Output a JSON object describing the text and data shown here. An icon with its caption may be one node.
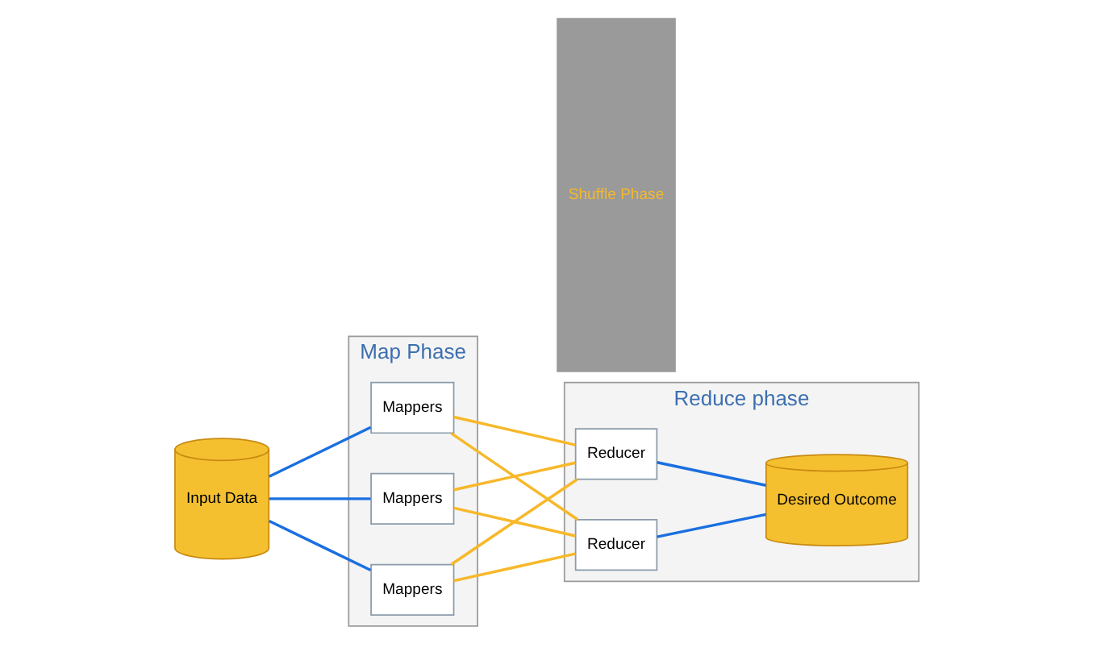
{
  "diagram": {
    "nodes": [
      {
        "text": [
          "Input Data"
        ]
      },
      {
        "text": [
          "Map Phase"
        ]
      },
      {
        "text": [
          "Mappers"
        ],
        "in": 1
      },
      {
        "text": [
          "Mappers"
        ],
        "in": 1
      },
      {
        "text": [
          "Mappers"
        ],
        "in": 1
      },
      {
        "text": [
          "Shuffle Phase"
        ]
      },
      {
        "text": [
          "Reduce phase"
        ]
      },
      {
        "text": [
          "Reducer"
        ],
        "in": 6
      },
      {
        "text": [
          "Reducer"
        ],
        "in": 6
      },
      {
        "text": [
          "Desired Outcome"
        ],
        "in": 6
      }
    ],
    "edges": [
      {
        "from": 0,
        "to": 2,
        "arrow": "none",
        "color": "#1a6fe0"
      },
      {
        "from": 0,
        "to": 3,
        "arrow": "none",
        "color": "#1a6fe0"
      },
      {
        "from": 0,
        "to": 4,
        "arrow": "none",
        "color": "#1a6fe0"
      },
      {
        "from": 2,
        "to": 7,
        "arrow": "none",
        "color": "#f7b82a"
      },
      {
        "from": 2,
        "to": 8,
        "arrow": "none",
        "color": "#f7b82a"
      },
      {
        "from": 3,
        "to": 7,
        "arrow": "none",
        "color": "#f7b82a"
      },
      {
        "from": 3,
        "to": 8,
        "arrow": "none",
        "color": "#f7b82a"
      },
      {
        "from": 4,
        "to": 7,
        "arrow": "none",
        "color": "#f7b82a"
      },
      {
        "from": 4,
        "to": 8,
        "arrow": "none",
        "color": "#f7b82a"
      },
      {
        "from": 7,
        "to": 9,
        "arrow": "none",
        "color": "#1a6fe0"
      },
      {
        "from": 8,
        "to": 9,
        "arrow": "none",
        "color": "#1a6fe0"
      }
    ]
  }
}
